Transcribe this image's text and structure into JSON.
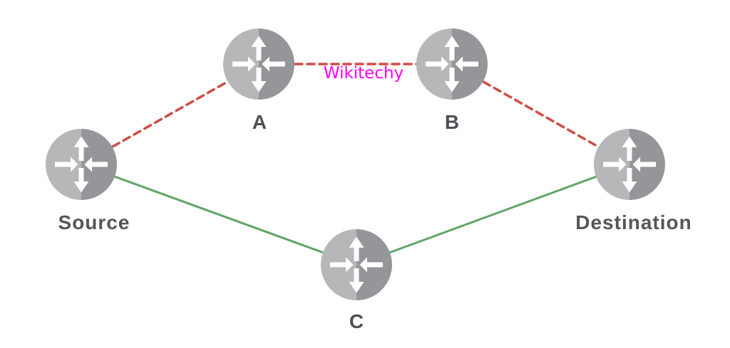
{
  "diagram": {
    "watermark": "Wikitechy",
    "nodes": [
      {
        "id": "source",
        "label": "Source",
        "icon": "router-icon"
      },
      {
        "id": "a",
        "label": "A",
        "icon": "router-icon"
      },
      {
        "id": "b",
        "label": "B",
        "icon": "router-icon"
      },
      {
        "id": "c",
        "label": "C",
        "icon": "router-icon"
      },
      {
        "id": "destination",
        "label": "Destination",
        "icon": "router-icon"
      }
    ],
    "edges": [
      {
        "from": "Source",
        "to": "A",
        "style": "dashed"
      },
      {
        "from": "A",
        "to": "B",
        "style": "dashed"
      },
      {
        "from": "B",
        "to": "Destination",
        "style": "dashed"
      },
      {
        "from": "Source",
        "to": "C",
        "style": "solid"
      },
      {
        "from": "C",
        "to": "Destination",
        "style": "solid"
      }
    ],
    "colors": {
      "dashed_path": "#cf4c46",
      "solid_path": "#5fa565",
      "node_left_half": "#b5b7b9",
      "node_right_half": "#949699",
      "node_arrows": "#ffffff",
      "label_text": "#54565a",
      "watermark_text": "#ff00f2",
      "background": "#ffffff"
    }
  }
}
